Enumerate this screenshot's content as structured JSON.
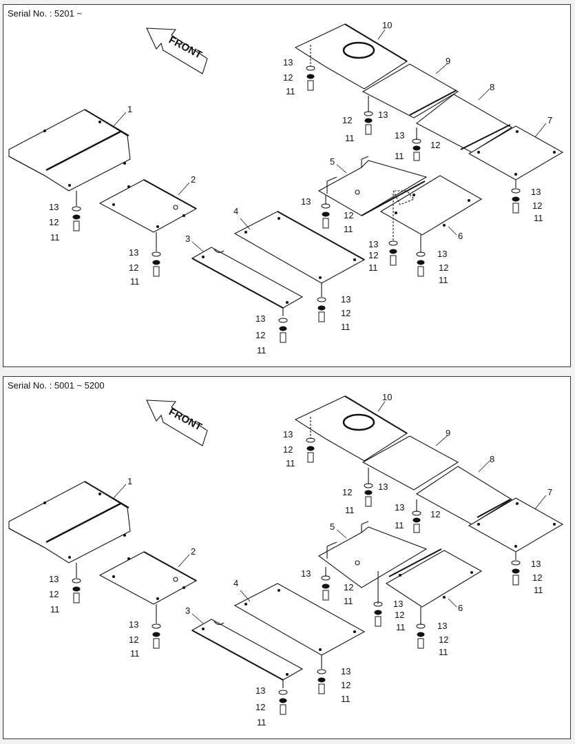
{
  "panels": [
    {
      "serial": "Serial No. : 5201 ~",
      "front_label": "FRONT",
      "part_labels": [
        "1",
        "2",
        "3",
        "4",
        "5",
        "6",
        "7",
        "8",
        "9",
        "10"
      ],
      "fastener_labels": [
        "11",
        "12",
        "13"
      ]
    },
    {
      "serial": "Serial No. : 5001 ~ 5200",
      "front_label": "FRONT",
      "part_labels": [
        "1",
        "2",
        "3",
        "4",
        "5",
        "6",
        "7",
        "8",
        "9",
        "10"
      ],
      "fastener_labels": [
        "11",
        "12",
        "13"
      ]
    }
  ],
  "colors": {
    "line": "#111111",
    "panel_bg": "#ffffff",
    "page_bg": "#f2f2f2"
  }
}
